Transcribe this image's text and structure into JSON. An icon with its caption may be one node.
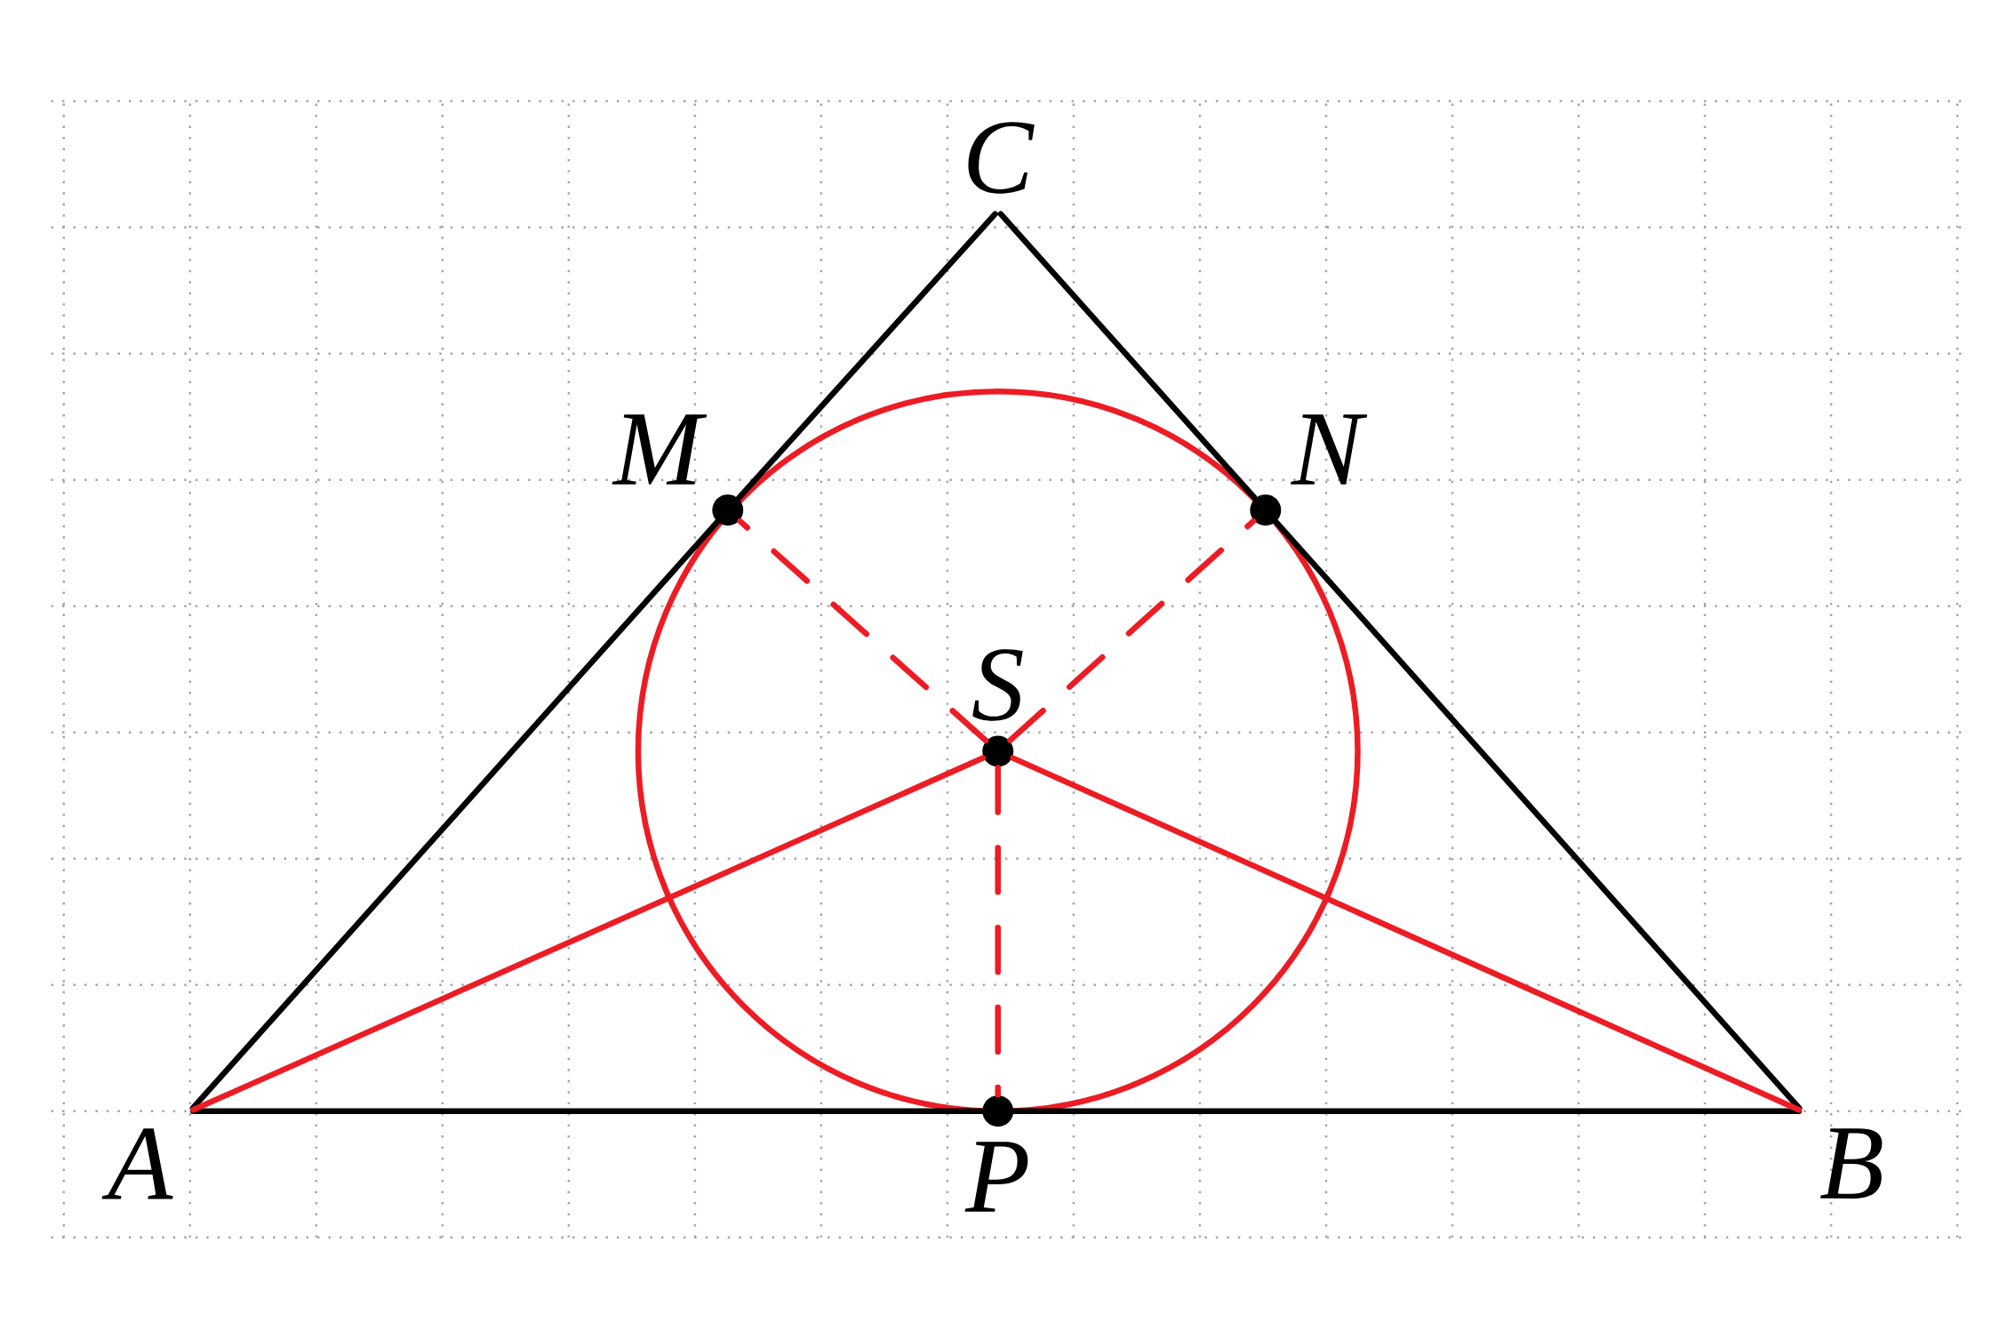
{
  "diagram": {
    "nodes": [
      {
        "text": [
          "A"
        ]
      },
      {
        "text": [
          "B"
        ]
      },
      {
        "text": [
          "C"
        ]
      },
      {
        "text": [
          "M"
        ]
      },
      {
        "text": [
          "N"
        ]
      },
      {
        "text": [
          "S"
        ]
      },
      {
        "text": [
          "P"
        ]
      }
    ],
    "edges": [
      {
        "from": 0,
        "to": 6,
        "arrow": "none"
      },
      {
        "from": 6,
        "to": 1,
        "arrow": "none"
      },
      {
        "from": 1,
        "to": 4,
        "arrow": "none"
      },
      {
        "from": 4,
        "to": 2,
        "arrow": "none"
      },
      {
        "from": 2,
        "to": 3,
        "arrow": "none"
      },
      {
        "from": 3,
        "to": 0,
        "arrow": "none"
      },
      {
        "from": 5,
        "to": 0,
        "arrow": "none",
        "color": "#ed1c24"
      },
      {
        "from": 5,
        "to": 1,
        "arrow": "none",
        "color": "#ed1c24"
      },
      {
        "from": 5,
        "to": 3,
        "arrow": "none",
        "style": "dashed",
        "color": "#ed1c24"
      },
      {
        "from": 5,
        "to": 4,
        "arrow": "none",
        "style": "dashed",
        "color": "#ed1c24"
      },
      {
        "from": 5,
        "to": 6,
        "arrow": "none",
        "style": "dashed",
        "color": "#ed1c24"
      }
    ]
  }
}
